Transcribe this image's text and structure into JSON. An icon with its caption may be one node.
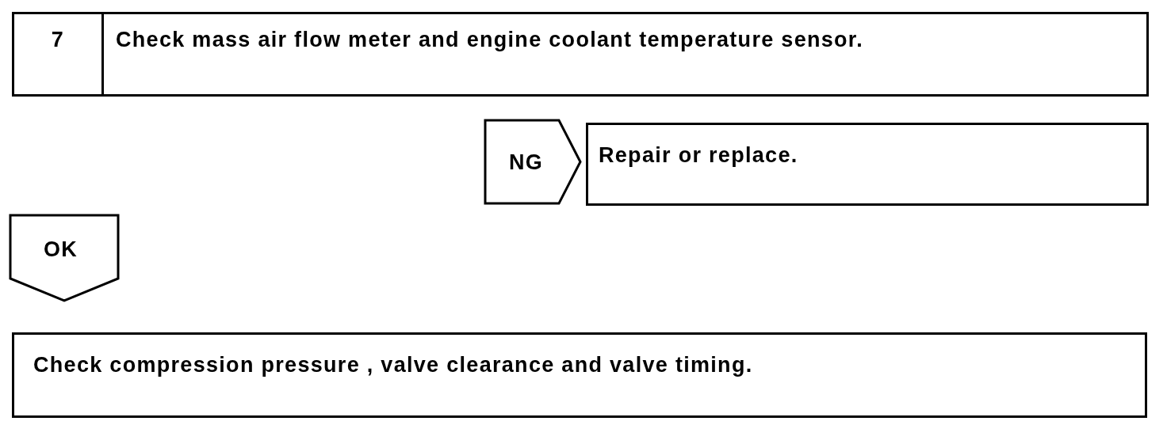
{
  "diagram": {
    "nodes": [
      {
        "text": [
          "7",
          "Check mass air flow meter and engine coolant temperature sensor."
        ]
      },
      {
        "text": [
          "NG"
        ]
      },
      {
        "text": [
          "Repair or replace."
        ]
      },
      {
        "text": [
          "OK"
        ]
      },
      {
        "text": [
          "Check compression pressure , valve clearance and valve timing."
        ]
      }
    ]
  }
}
